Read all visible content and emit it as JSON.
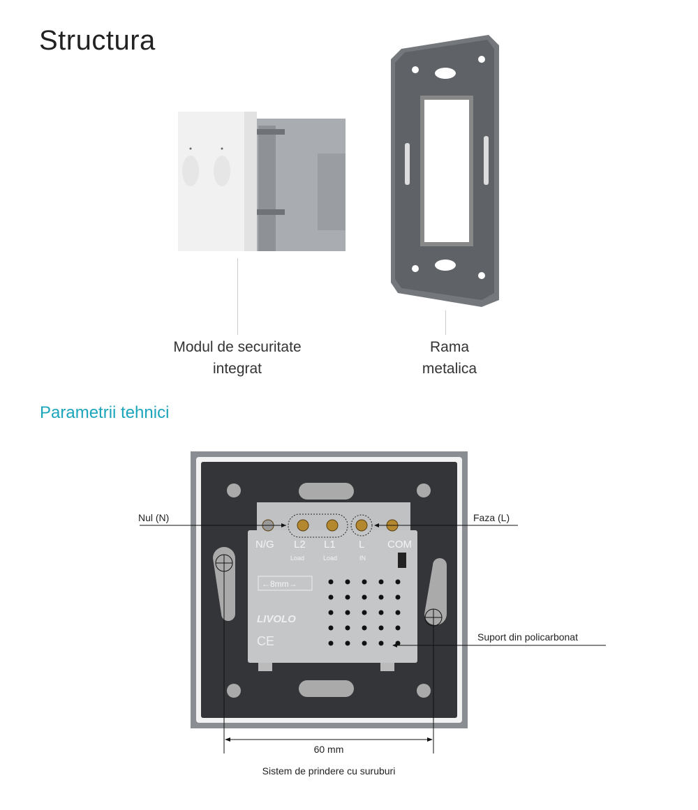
{
  "structure": {
    "title": "Structura",
    "module_caption": [
      "Modul de securitate",
      "integrat"
    ],
    "frame_caption": [
      "Rama",
      "metalica"
    ]
  },
  "technical": {
    "title": "Parametrii tehnici",
    "callouts": {
      "neutral": "Nul (N)",
      "phase": "Faza (L)",
      "support": "Suport din policarbonat"
    },
    "terminals": [
      {
        "label": "N/G",
        "sub": ""
      },
      {
        "label": "L2",
        "sub": "Load"
      },
      {
        "label": "L1",
        "sub": "Load"
      },
      {
        "label": "L",
        "sub": "IN"
      },
      {
        "label": "COM",
        "sub": ""
      }
    ],
    "strip_gauge": "←8mm→",
    "brand": "LIVOLO",
    "ce_mark": "CE",
    "dimension": "60 mm",
    "mount_caption": "Sistem de prindere cu suruburi"
  },
  "colors": {
    "accent": "#1ba5bc"
  }
}
